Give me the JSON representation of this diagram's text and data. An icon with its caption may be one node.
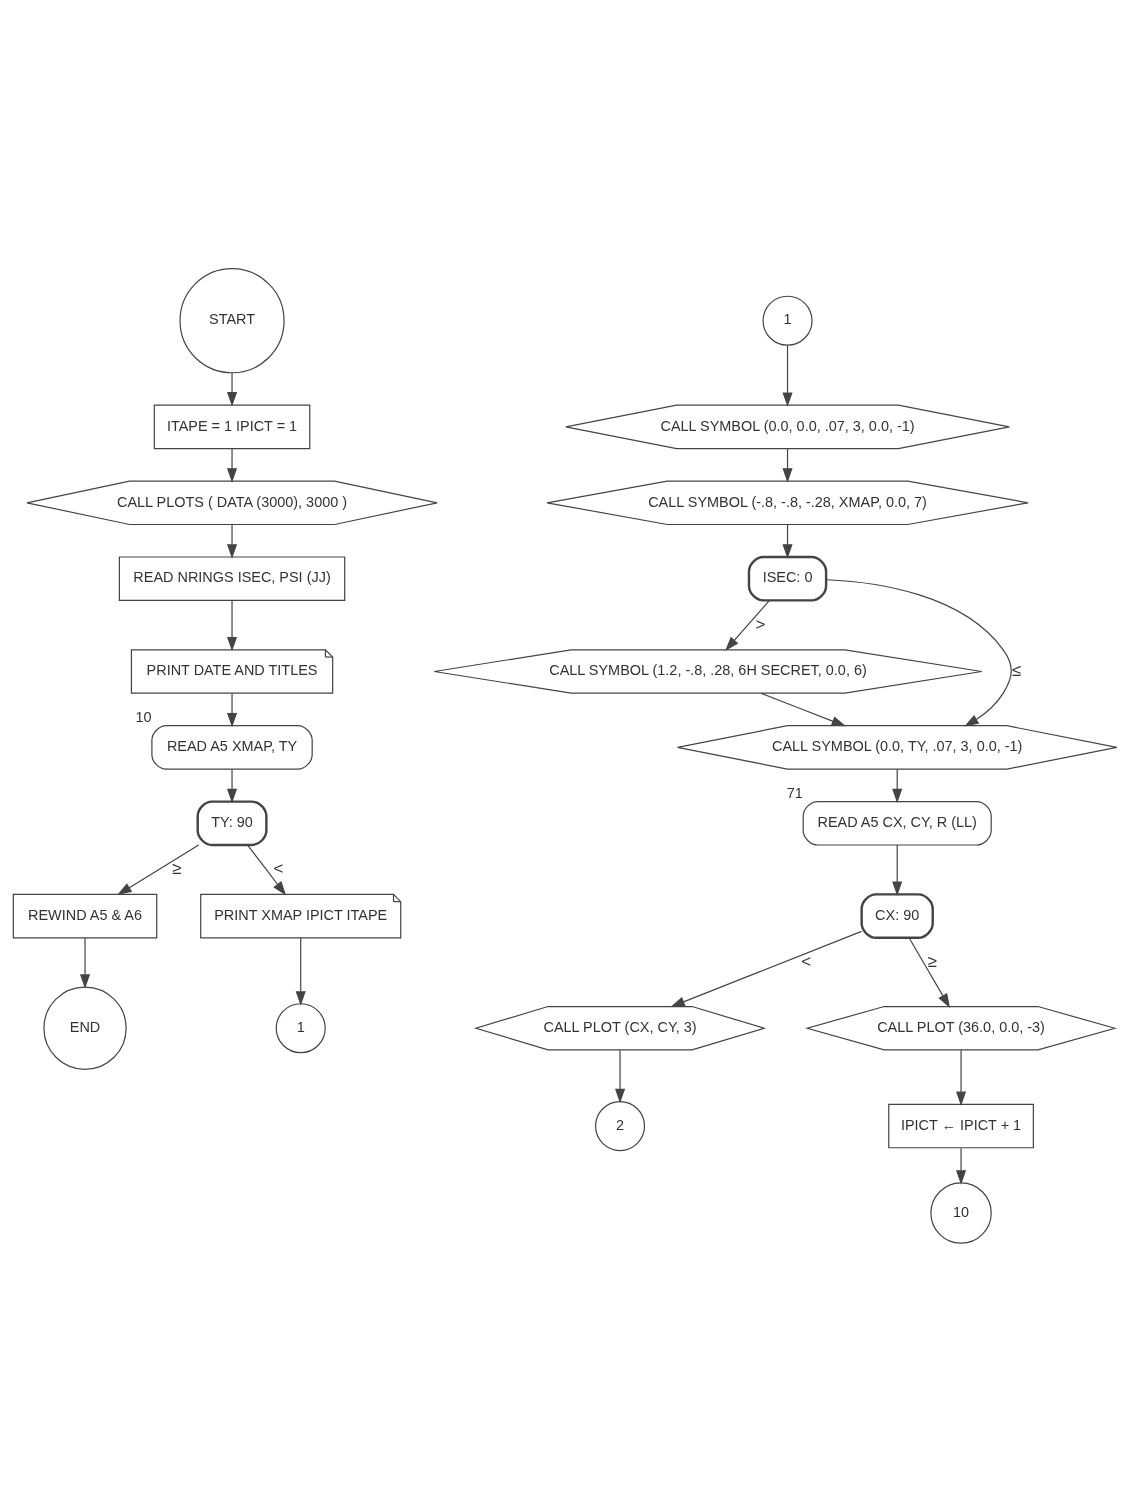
{
  "diagram": {
    "nodes": [
      {
        "text": [
          "START"
        ]
      },
      {
        "text": [
          "ITAPE = 1 IPICT = 1"
        ]
      },
      {
        "text": [
          "CALL PLOTS ( DATA (3000), 3000 )"
        ]
      },
      {
        "text": [
          "READ NRINGS ISEC, PSI (JJ)"
        ]
      },
      {
        "text": [
          "PRINT DATE AND TITLES"
        ]
      },
      {
        "text": [
          "READ A5 XMAP, TY"
        ],
        "beside": [
          "10"
        ]
      },
      {
        "text": [
          "TY: 90"
        ]
      },
      {
        "text": [
          "REWIND A5 & A6"
        ]
      },
      {
        "text": [
          "END"
        ]
      },
      {
        "text": [
          "PRINT XMAP IPICT ITAPE"
        ]
      },
      {
        "text": [
          "1"
        ]
      },
      {
        "text": [
          "1"
        ]
      },
      {
        "text": [
          "CALL SYMBOL (0.0, 0.0, .07, 3, 0.0, -1)"
        ]
      },
      {
        "text": [
          "CALL SYMBOL (-.8, -.8, -.28, XMAP, 0.0, 7)"
        ]
      },
      {
        "text": [
          "ISEC: 0"
        ]
      },
      {
        "text": [
          "CALL SYMBOL (1.2, -.8, .28, 6H SECRET, 0.0, 6)"
        ]
      },
      {
        "text": [
          "CALL SYMBOL (0.0, TY, .07, 3, 0.0, -1)"
        ]
      },
      {
        "text": [
          "READ A5 CX, CY, R (LL)"
        ],
        "beside": [
          "71"
        ]
      },
      {
        "text": [
          "CX: 90"
        ]
      },
      {
        "text": [
          "CALL PLOT (CX, CY, 3)"
        ]
      },
      {
        "text": [
          "2"
        ]
      },
      {
        "text": [
          "CALL PLOT (36.0, 0.0, -3)"
        ]
      },
      {
        "text": [
          "IPICT ← IPICT + 1"
        ]
      },
      {
        "text": [
          "10"
        ]
      }
    ],
    "edges": [
      {
        "from": 0,
        "to": 1,
        "arrow": "to"
      },
      {
        "from": 1,
        "to": 2,
        "arrow": "to"
      },
      {
        "from": 2,
        "to": 3,
        "arrow": "to"
      },
      {
        "from": 3,
        "to": 4,
        "arrow": "to"
      },
      {
        "from": 4,
        "to": 5,
        "arrow": "to"
      },
      {
        "from": 5,
        "to": 6,
        "arrow": "to"
      },
      {
        "from": 6,
        "to": 7,
        "arrow": "to",
        "label": "≥"
      },
      {
        "from": 7,
        "to": 8,
        "arrow": "to"
      },
      {
        "from": 6,
        "to": 9,
        "arrow": "to",
        "label": "<"
      },
      {
        "from": 9,
        "to": 10,
        "arrow": "to"
      },
      {
        "from": 11,
        "to": 12,
        "arrow": "to"
      },
      {
        "from": 12,
        "to": 13,
        "arrow": "to"
      },
      {
        "from": 13,
        "to": 14,
        "arrow": "to"
      },
      {
        "from": 14,
        "to": 15,
        "arrow": "to",
        "label": ">"
      },
      {
        "from": 14,
        "to": 16,
        "arrow": "to",
        "label": "≤"
      },
      {
        "from": 15,
        "to": 16,
        "arrow": "to"
      },
      {
        "from": 16,
        "to": 17,
        "arrow": "to"
      },
      {
        "from": 17,
        "to": 18,
        "arrow": "to"
      },
      {
        "from": 18,
        "to": 21,
        "arrow": "to",
        "label": "≥"
      },
      {
        "from": 18,
        "to": 19,
        "arrow": "to",
        "label": "<"
      },
      {
        "from": 19,
        "to": 20,
        "arrow": "to"
      },
      {
        "from": 21,
        "to": 22,
        "arrow": "to"
      },
      {
        "from": 22,
        "to": 23,
        "arrow": "to"
      }
    ]
  }
}
